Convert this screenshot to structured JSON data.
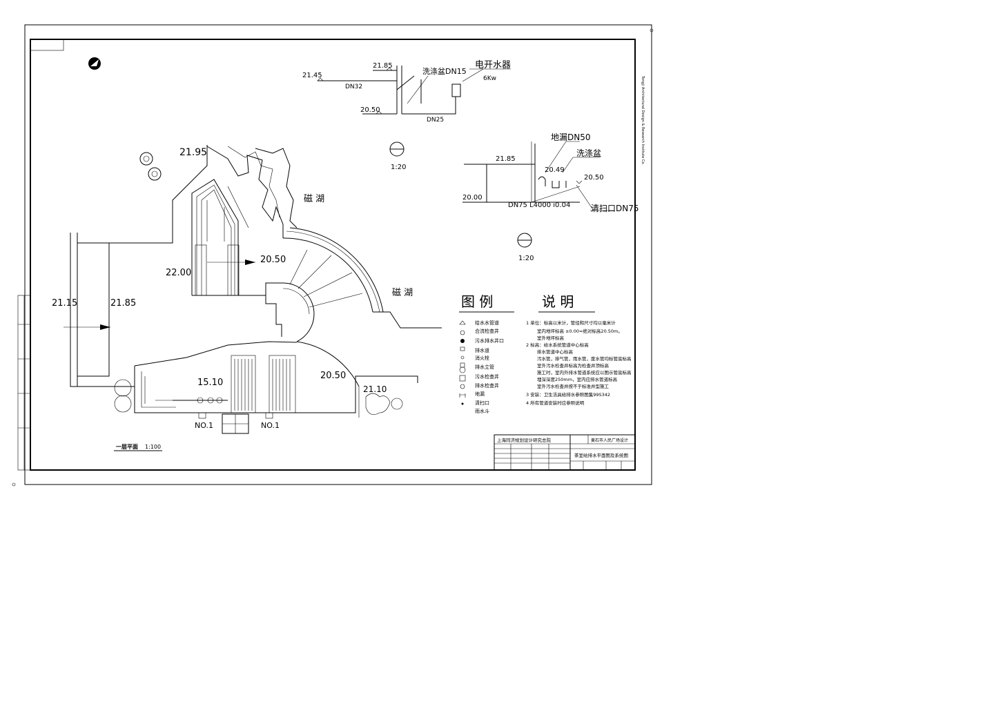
{
  "drawing": {
    "upper_detail": {
      "levels": [
        "21.45",
        "21.85",
        "20.50"
      ],
      "pipes": [
        "DN32",
        "DN25"
      ],
      "sink_label": "洗涤盆DN15",
      "heater_label": "电开水器",
      "heater_power": "6Kw",
      "scale": "1:20"
    },
    "right_detail": {
      "levels": [
        "21.85",
        "20.49",
        "20.50",
        "20.00"
      ],
      "floor_drain": "地漏DN50",
      "sink": "洗涤盆",
      "cleanout": "清扫口DN75",
      "pipe_spec": "DN75 L4000 i0.04",
      "scale": "1:20"
    },
    "plan": {
      "levels": [
        "21.95",
        "22.00",
        "20.50",
        "21.15",
        "21.85",
        "15.10",
        "20.50",
        "21.10"
      ],
      "lake_1": "磁 湖",
      "lake_2": "磁 湖",
      "no_1": "NO.1",
      "no_2": "NO.1",
      "title": "一层平面",
      "title_scale": "1:100"
    },
    "legend": {
      "heading": "图 例",
      "items": [
        "给水水管道",
        "合流检查井",
        "污水排水井口",
        "排水道",
        "消火栓",
        "排水立管",
        "污水检查井",
        "排水检查井",
        "地漏",
        "清扫口",
        "雨水斗"
      ]
    },
    "notes": {
      "heading": "说 明",
      "lines": [
        "1 单位：标高以米计，管径和尺寸均以毫米计",
        "室内地坪标高 ±0.00=绝对标高20.50m。",
        "室外地坪标高",
        "2 标高：给水系统管道中心标高",
        "排水管道中心标高",
        "污水管，排气管，雨水管，废水管均标管底标高",
        "室外污水检查井标高为检查井顶标高",
        "施工时，室内外排水管道系统应以图示管底标高",
        "埋深深度250mm，室内应排水管道标高",
        "室外污水检查井按不于标准井型施工",
        "3 安装：卫生洁具给排水参照图集99S342",
        "4 所有管道安装时应参照说明"
      ]
    },
    "title_block": {
      "institute": "上海同济规划设计研究总院",
      "project": "黄石市人民广场设计",
      "drawing_name": "茶室给排水平面图及系统图"
    },
    "side_text": "Tongji Architectural Design & Research Institute Co."
  }
}
